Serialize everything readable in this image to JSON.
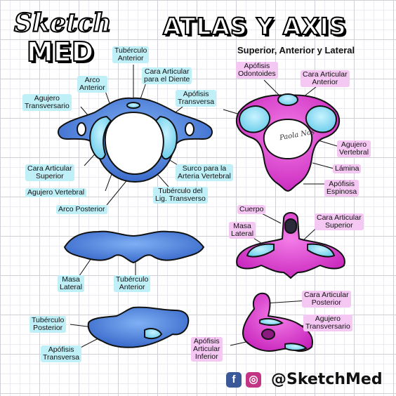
{
  "brand": {
    "logo_line1": "Sketch",
    "logo_line2": "MED",
    "handle": "@SketchMed",
    "facebook_glyph": "f",
    "instagram_glyph": "◎",
    "signature": "Paola\nNos"
  },
  "header": {
    "title": "ATLAS Y AXIS",
    "subtitle": "Superior, Anterior y Lateral"
  },
  "colors": {
    "atlas_blue": "#3f78d6",
    "axis_magenta": "#dd2fd2",
    "facet_cyan": "#7fd8f0",
    "label_cyan": "#bfeff7",
    "label_magenta": "#f5c7f3"
  },
  "atlas_superior_labels": {
    "tuberculo_anterior": "Tubérculo\nAnterior",
    "arco_anterior": "Arco\nAnterior",
    "cara_articular_diente": "Cara Articular\npara el Diente",
    "agujero_transversario": "Agujero\nTransversario",
    "apofisis_transversa": "Apófisis\nTransversa",
    "cara_articular_superior": "Cara Articular\nSuperior",
    "surco_arteria_vertebral": "Surco para la\nArteria Vertebral",
    "agujero_vertebral": "Agujero Vertebral",
    "tuberculo_ligamento": "Tubérculo del\nLig. Transverso",
    "arco_posterior": "Arco Posterior"
  },
  "atlas_anterior_labels": {
    "masa_lateral": "Masa\nLateral",
    "tuberculo_anterior": "Tubérculo\nAnterior"
  },
  "atlas_lateral_labels": {
    "tuberculo_posterior": "Tubérculo\nPosterior",
    "apofisis_transversa": "Apófisis\nTransversa"
  },
  "axis_superior_labels": {
    "apofisis_odontoides": "Apófisis\nOdontoides",
    "cara_articular_anterior": "Cara Articular\nAnterior",
    "agujero_vertebral": "Agujero\nVertebral",
    "lamina": "Lámina",
    "apofisis_espinosa": "Apófisis\nEspinosa"
  },
  "axis_anterior_labels": {
    "cuerpo": "Cuerpo",
    "masa_lateral": "Masa\nLateral",
    "cara_articular_superior": "Cara Articular\nSuperior"
  },
  "axis_lateral_labels": {
    "cara_articular_posterior": "Cara Articular\nPosterior",
    "agujero_transversario": "Agujero\nTransversario",
    "apofisis_articular_inferior": "Apófisis\nArticular\nInferior"
  }
}
